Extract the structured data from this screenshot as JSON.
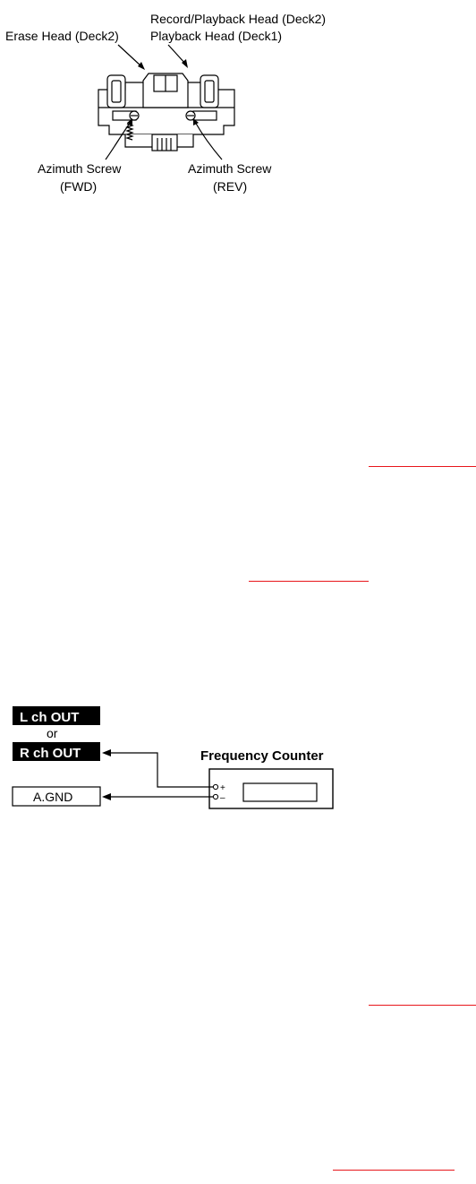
{
  "head_diagram": {
    "label_rec_play_head": "Record/Playback Head (Deck2)",
    "label_play_head": "Playback Head (Deck1)",
    "label_erase_head": "Erase Head (Deck2)",
    "label_azimuth_fwd_1": "Azimuth Screw",
    "label_azimuth_fwd_2": "(FWD)",
    "label_azimuth_rev_1": "Azimuth Screw",
    "label_azimuth_rev_2": "(REV)"
  },
  "connection_diagram": {
    "label_l_ch_out": "L ch OUT",
    "label_or": "or",
    "label_r_ch_out": "R ch OUT",
    "label_a_gnd": "A.GND",
    "label_frequency_counter": "Frequency Counter",
    "label_plus": "+",
    "label_minus": "–"
  },
  "colors": {
    "rule_red": "#e8161b",
    "ink": "#000000",
    "paper": "#ffffff"
  }
}
